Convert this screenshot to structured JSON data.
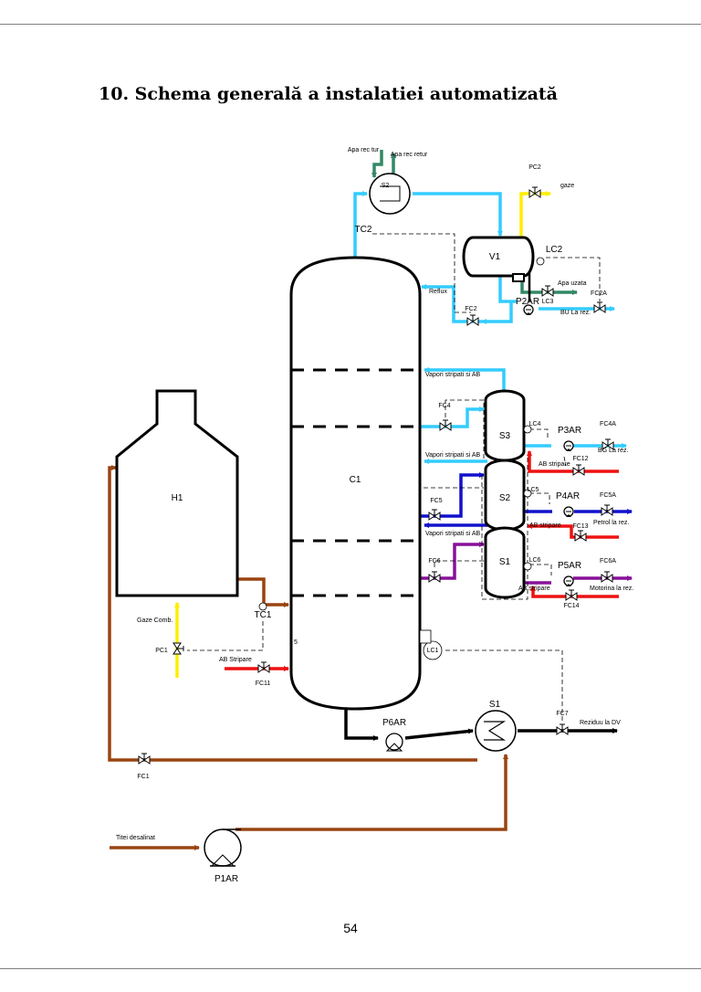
{
  "page": {
    "heading": "10. Schema generală a instalatiei automatizată",
    "page_number": "54"
  },
  "colors": {
    "reflux_cyan": "#33ccff",
    "gas_yellow": "#ffee00",
    "stripping_red": "#ee1111",
    "crude_brown": "#994411",
    "petrol_blue": "#1111cc",
    "diesel_purple": "#881199",
    "cooling_green": "#338866",
    "process_black": "#000000"
  },
  "equipment": {
    "column": "C1",
    "furnace": "H1",
    "separator": "V1",
    "condenser": "S2",
    "stripper_top": "S3",
    "stripper_mid": "S2",
    "stripper_bottom": "S1",
    "heat_exchanger": "S1",
    "pump_feed": "P1AR",
    "pump_bottoms": "P6AR",
    "pump_reflux": "P2AR",
    "pump_bg": "P3AR",
    "pump_petrol": "P4AR",
    "pump_diesel": "P5AR"
  },
  "instruments": {
    "tc2": "TC2",
    "pc2": "PC2",
    "lc2": "LC2",
    "lc3": "LC3",
    "fc2a": "FC2A",
    "fc2": "FC2",
    "fc4": "FC4",
    "lc4": "LC4",
    "fc4a": "FC4A",
    "fc12": "FC12",
    "fc5": "FC5",
    "lc5": "LC5",
    "fc5a": "FC5A",
    "fc13": "FC13",
    "fc6": "FC6",
    "lc6": "LC6",
    "fc6a": "FC6A",
    "fc14": "FC14",
    "tc1": "TC1",
    "pc1": "PC1",
    "fc11": "FC11",
    "lc1": "LC1",
    "fc7": "FC7",
    "fc1": "FC1"
  },
  "streams": {
    "cooling_in": "Apa rec tur",
    "cooling_out": "Apa rec retur",
    "gas": "gaze",
    "waste_water": "Apa uzata",
    "bu_tank": "BU La rez.",
    "reflux": "Reflux",
    "vapors_1": "Vapori stripati si AB",
    "vapors_2": "Vapori stripati si AB",
    "vapors_3": "Vapori stripati si AB",
    "ab_stripping_1": "AB stripare",
    "ab_stripping_2": "AB stripare",
    "ab_stripping_3": "AB stripare",
    "bg_tank": "BG La rez.",
    "petrol_tank": "Petrol la rez.",
    "diesel_tank": "Motorina la rez.",
    "fuel_gas": "Gaze Comb.",
    "ab_stripping_column": "AB Stripare",
    "residue": "Reziduu la DV",
    "feed": "Titei desalinat",
    "tray_label": "5"
  }
}
